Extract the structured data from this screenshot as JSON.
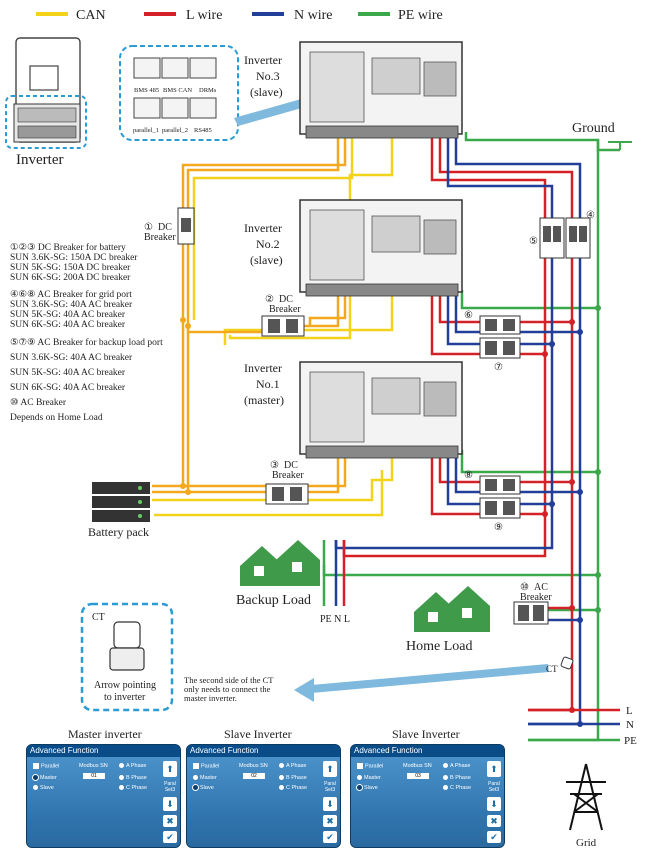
{
  "legend": [
    {
      "label": "CAN",
      "color": "#f3d21a"
    },
    {
      "label": "L wire",
      "color": "#d42027"
    },
    {
      "label": "N wire",
      "color": "#213f99"
    },
    {
      "label": "PE wire",
      "color": "#3aa84b"
    }
  ],
  "inverter_label": "Inverter",
  "ports": {
    "row1": [
      "BMS 485",
      "BMS CAN",
      "DRMs"
    ],
    "row2": [
      "parallel_1",
      "parallel_2",
      "RS485"
    ]
  },
  "inverters": [
    {
      "name": "Inverter",
      "no": "No.3",
      "role": "(slave)"
    },
    {
      "name": "Inverter",
      "no": "No.2",
      "role": "(slave)"
    },
    {
      "name": "Inverter",
      "no": "No.1",
      "role": "(master)"
    }
  ],
  "ground_label": "Ground",
  "dc_breakers": [
    {
      "num": "①",
      "label": "DC",
      "sub": "Breaker"
    },
    {
      "num": "②",
      "label": "DC",
      "sub": "Breaker"
    },
    {
      "num": "③",
      "label": "DC",
      "sub": "Breaker"
    }
  ],
  "ac_breaker_nums": [
    "④",
    "⑤",
    "⑥",
    "⑦",
    "⑧",
    "⑨"
  ],
  "home_breaker": {
    "num": "⑩",
    "label": "AC",
    "sub": "Breaker"
  },
  "notes": [
    "①②③ DC Breaker for battery",
    "SUN 3.6K-SG: 150A DC breaker",
    "SUN 5K-SG: 150A DC breaker",
    "SUN 6K-SG: 200A DC breaker",
    "④⑥⑧ AC Breaker for grid port",
    "SUN 3.6K-SG: 40A AC breaker",
    "SUN 5K-SG: 40A AC breaker",
    "SUN 6K-SG: 40A AC breaker",
    "⑤⑦⑨ AC Breaker for backup load port",
    "SUN 3.6K-SG: 40A AC breaker",
    "SUN 5K-SG: 40A AC breaker",
    "SUN 6K-SG: 40A AC breaker",
    "⑩ AC Breaker",
    "Depends on Home Load"
  ],
  "battery_label": "Battery pack",
  "backup_load_label": "Backup Load",
  "pe_n_l": "PE N  L",
  "home_load_label": "Home Load",
  "ct": {
    "title": "CT",
    "caption": [
      "Arrow pointing",
      "to inverter"
    ],
    "note": [
      "The second side of the CT",
      "only needs to  connect the",
      "master inverter."
    ],
    "tag": "CT"
  },
  "grid_lines": [
    "L",
    "N",
    "PE"
  ],
  "grid_label": "Grid",
  "screens": [
    {
      "caption": "Master inverter",
      "modbus": "01",
      "selected_role": "master"
    },
    {
      "caption": "Slave Inverter",
      "modbus": "02",
      "selected_role": "slave"
    },
    {
      "caption": "Slave Inverter",
      "modbus": "03",
      "selected_role": "slave"
    }
  ],
  "screen_ui": {
    "title": "Advanced Function",
    "parallel": "Parallel",
    "master": "Master",
    "slave": "Slave",
    "modbus_label": "Modbus SN",
    "phase_a": "A Phase",
    "phase_b": "B Phase",
    "phase_c": "C Phase",
    "paral_set": [
      "Paral",
      "Set3"
    ]
  }
}
